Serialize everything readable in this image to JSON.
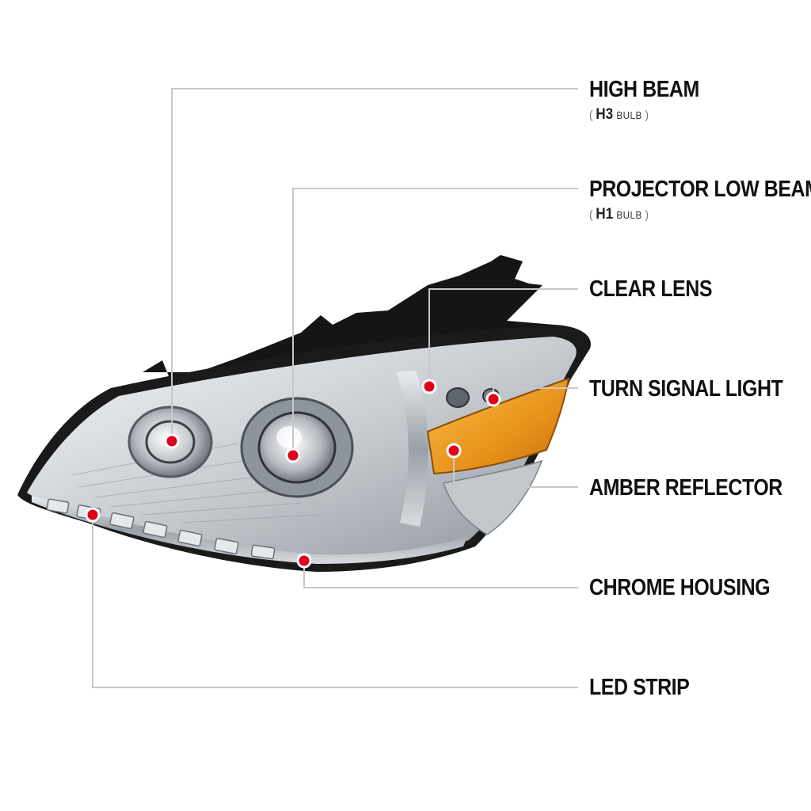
{
  "colors": {
    "leader_line": "#c8c8c8",
    "marker_fill": "#e0001a",
    "marker_ring": "#ffffff",
    "amber": "#f2a21c",
    "chrome": "#b8bcc2",
    "housing_black": "#111111"
  },
  "callouts": [
    {
      "id": "high-beam",
      "label": "HIGH BEAM",
      "sub_code": "H3",
      "sub_word": "BULB"
    },
    {
      "id": "projector-low-beam",
      "label": "PROJECTOR LOW BEAM",
      "sub_code": "H1",
      "sub_word": "BULB"
    },
    {
      "id": "clear-lens",
      "label": "CLEAR LENS"
    },
    {
      "id": "turn-signal-light",
      "label": "TURN SIGNAL LIGHT"
    },
    {
      "id": "amber-reflector",
      "label": "AMBER REFLECTOR"
    },
    {
      "id": "chrome-housing",
      "label": "CHROME HOUSING"
    },
    {
      "id": "led-strip",
      "label": "LED STRIP"
    }
  ]
}
